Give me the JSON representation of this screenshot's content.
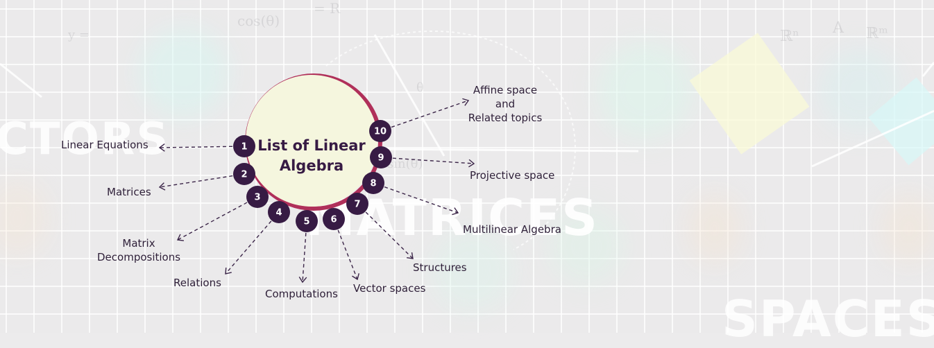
{
  "center": {
    "title": "List of Linear\nAlgebra"
  },
  "topics": [
    {
      "number": "1",
      "label": "Linear Equations"
    },
    {
      "number": "2",
      "label": "Matrices"
    },
    {
      "number": "3",
      "label": "Matrix\nDecompositions"
    },
    {
      "number": "4",
      "label": "Relations"
    },
    {
      "number": "5",
      "label": "Computations"
    },
    {
      "number": "6",
      "label": "Vector spaces"
    },
    {
      "number": "7",
      "label": "Structures"
    },
    {
      "number": "8",
      "label": "Multilinear Algebra"
    },
    {
      "number": "9",
      "label": "Projective space"
    },
    {
      "number": "10",
      "label": "Affine space and\nRelated topics"
    }
  ],
  "background_text": {
    "vectors": "CTORS",
    "matrices": "MATRICES",
    "spaces": "SPACES",
    "cos": "cos(θ)",
    "r_theta": "= R",
    "rn": "ℝⁿ",
    "a": "A",
    "rm": "ℝᵐ",
    "y": "y =",
    "theta": "θ",
    "sin": "sin(θ)"
  },
  "colors": {
    "node": "#371b44",
    "ring": "#b0305a",
    "center_fill": "#f5f6de",
    "text": "#2e1f38"
  }
}
